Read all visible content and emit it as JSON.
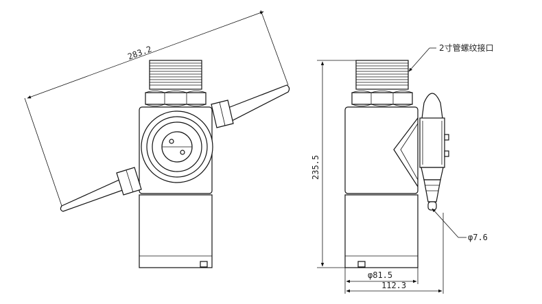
{
  "dimensions": {
    "overall_length": "283.2",
    "height": "235.5",
    "diameter_body": "φ81.5",
    "width_total": "112.3",
    "diameter_nozzle": "φ7.6"
  },
  "notes": {
    "thread_port": "2寸管螺纹接口"
  },
  "colors": {
    "line": "#111111",
    "background": "#ffffff"
  }
}
